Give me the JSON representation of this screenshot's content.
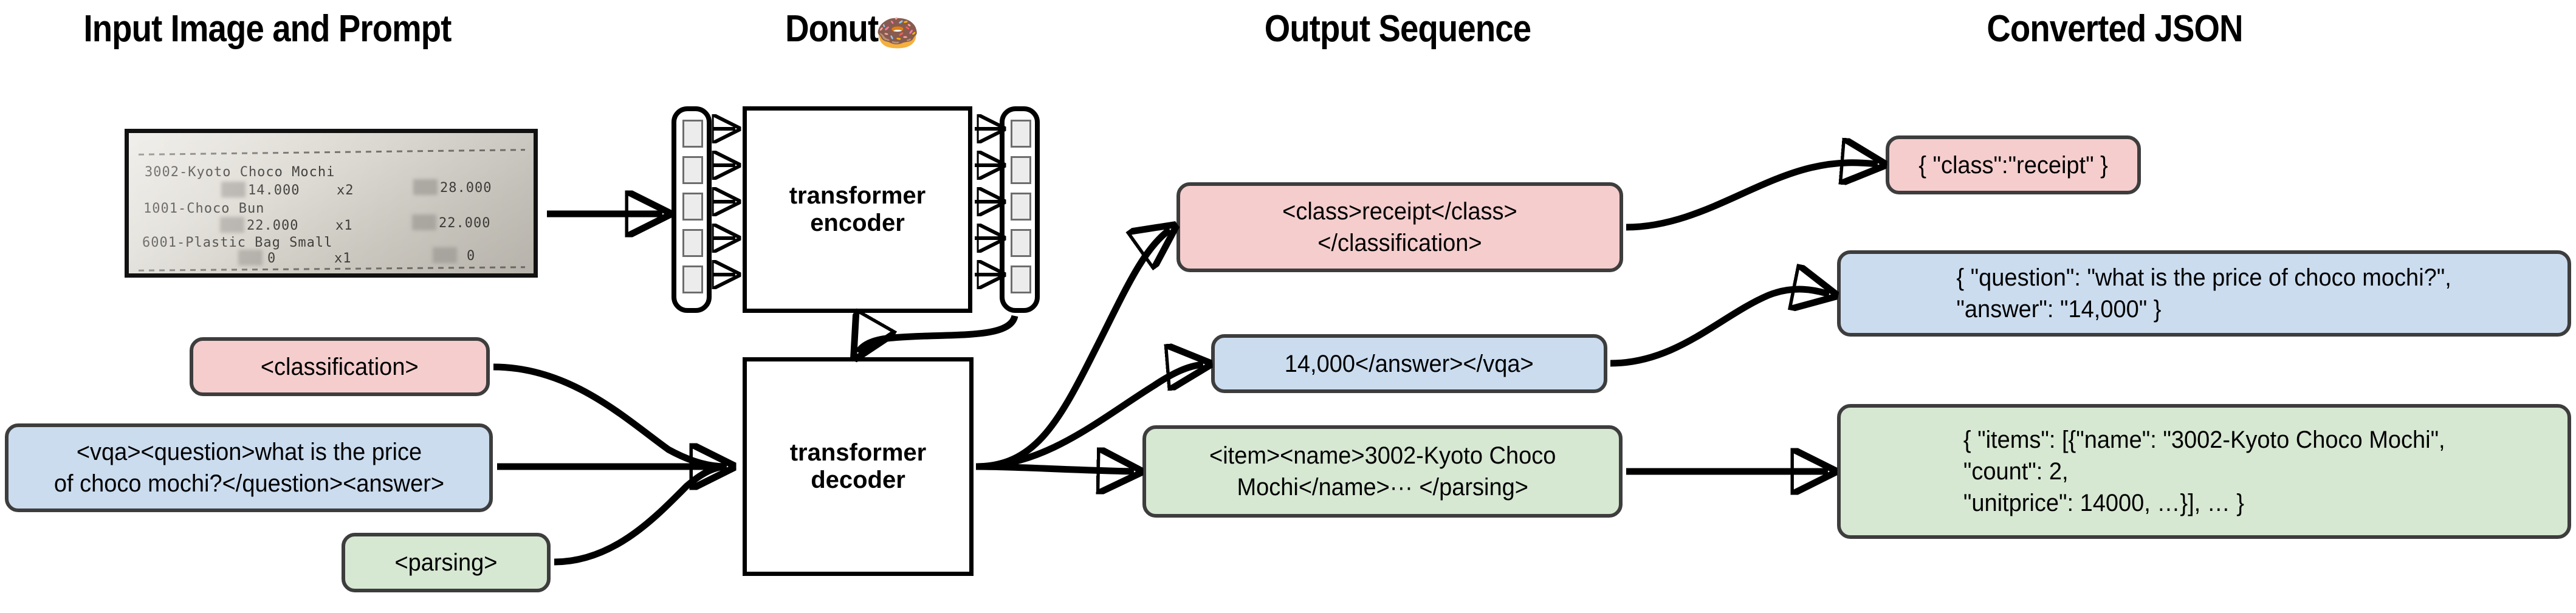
{
  "figure": {
    "type": "diagram",
    "background": "#ffffff",
    "palette": {
      "pink": "#f5cdcd",
      "blue": "#cbdcef",
      "green": "#d6e7d2",
      "token": "#ececec",
      "stroke": "#000000",
      "box_stroke": "#3d3d3d"
    }
  },
  "columns": [
    {
      "id": "input",
      "title": "Input Image and Prompt"
    },
    {
      "id": "model",
      "title": "Donut",
      "emoji": "🍩"
    },
    {
      "id": "output",
      "title": "Output Sequence"
    },
    {
      "id": "json",
      "title": "Converted JSON"
    }
  ],
  "receipt": {
    "name": "receipt-photo",
    "lines": [
      "3002-Kyoto Choco Mochi",
      "        14.000     x2          28.000",
      "1001-Choco Bun",
      "        22.000     x1          22.000",
      "6001-Plastic Bag Small",
      "            0      x1               0"
    ],
    "items": [
      {
        "name": "3002-Kyoto Choco Mochi",
        "unitprice": "14.000",
        "count": "x2",
        "total": "28.000"
      },
      {
        "name": "1001-Choco Bun",
        "unitprice": "22.000",
        "count": "x1",
        "total": "22.000"
      },
      {
        "name": "6001-Plastic Bag Small",
        "unitprice": "0",
        "count": "x1",
        "total": "0"
      }
    ]
  },
  "model": {
    "encoder_label": "transformer\nencoder",
    "decoder_label": "transformer\ndecoder",
    "encoder_input_tokens": 5,
    "encoder_output_tokens": 5
  },
  "prompts": [
    {
      "id": "classification",
      "color": "pink",
      "text": "<classification>"
    },
    {
      "id": "vqa",
      "color": "blue",
      "text": "<vqa><question>what is the price\nof choco mochi?</question><answer>"
    },
    {
      "id": "parsing",
      "color": "green",
      "text": "<parsing>"
    }
  ],
  "outputs": [
    {
      "id": "classification",
      "color": "pink",
      "text": "<class>receipt</class>\n</classification>"
    },
    {
      "id": "vqa",
      "color": "blue",
      "text": "14,000</answer></vqa>"
    },
    {
      "id": "parsing",
      "color": "green",
      "text": "<item><name>3002-Kyoto Choco\nMochi</name>··· </parsing>"
    }
  ],
  "json_results": [
    {
      "id": "classification",
      "color": "pink",
      "text": "{ \"class\":\"receipt\" }"
    },
    {
      "id": "vqa",
      "color": "blue",
      "text": "{ \"question\": \"what is the price of choco mochi?\",\n   \"answer\": \"14,000\" }"
    },
    {
      "id": "parsing",
      "color": "green",
      "text": "{ \"items\": [{\"name\": \"3002-Kyoto Choco Mochi\",\n      \"count\": 2,\n      \"unitprice\": 14000, …}], … }"
    }
  ]
}
